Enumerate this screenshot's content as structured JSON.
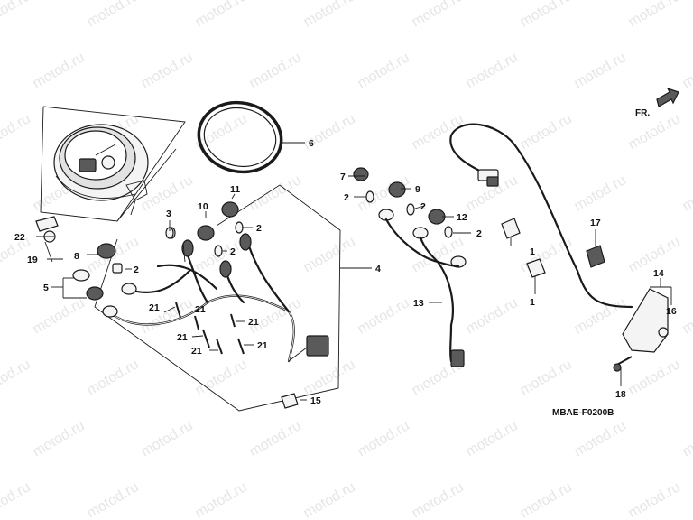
{
  "watermark": "motod.ru",
  "diagram_code": "MBAE-F0200B",
  "direction_label": "FR.",
  "callouts": [
    "1",
    "1",
    "2",
    "2",
    "2",
    "2",
    "2",
    "2",
    "3",
    "4",
    "5",
    "6",
    "7",
    "8",
    "9",
    "10",
    "11",
    "12",
    "13",
    "14",
    "15",
    "16",
    "17",
    "18",
    "19",
    "21",
    "21",
    "21",
    "21",
    "21",
    "21",
    "22"
  ]
}
